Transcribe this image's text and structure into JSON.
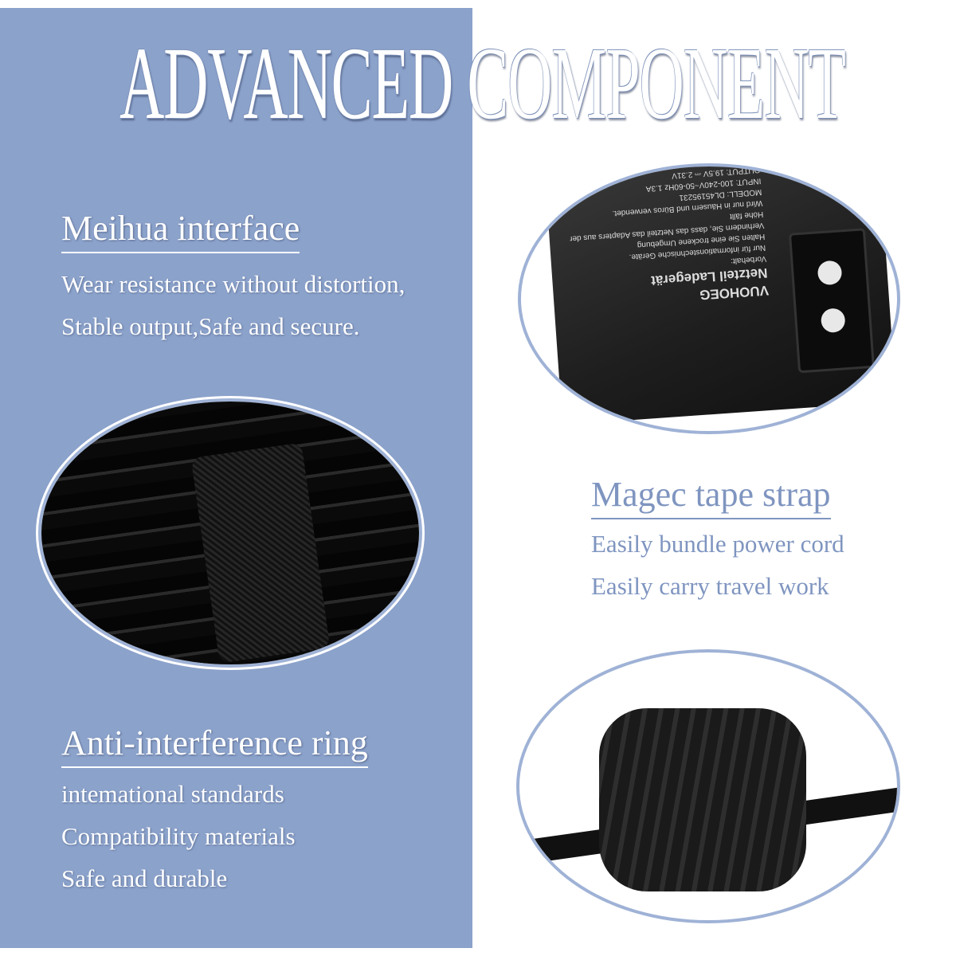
{
  "title": "ADVANCED COMPONENT",
  "colors": {
    "panel": "#8BA2CB",
    "accent_text": "#7F95C0",
    "oval_border": "#9FB2D6"
  },
  "features": [
    {
      "heading": "Meihua interface",
      "lines": [
        "Wear resistance without distortion,",
        "Stable output,Safe and secure."
      ]
    },
    {
      "heading": "Magec tape strap",
      "lines": [
        "Easily bundle power cord",
        "Easily carry travel work"
      ]
    },
    {
      "heading": "Anti-interference ring",
      "lines": [
        "intemational standards",
        "Compatibility materials",
        "Safe and durable"
      ]
    }
  ],
  "product_label": {
    "brand": "VUOHOEG",
    "name": "Netzteil Ladegerät",
    "lines": [
      "Vorbehalt:",
      "Nur für informationstechnische Geräte.",
      "Halten Sie eine trockene Umgebung",
      "Verhindern Sie, dass das Netzteil das Adapters aus der Höhe fällt",
      "Wird nur in Häusern und Büros verwendet."
    ],
    "model": "MODELL: DL45195231",
    "input": "INPUT: 100-240V~50-60Hz 1.3A",
    "output": "OUTPUT: 19.5V ⎓ 2.31V"
  },
  "images": [
    "adapter-socket-photo",
    "velcro-strap-cable-photo",
    "ferrite-ring-photo"
  ]
}
